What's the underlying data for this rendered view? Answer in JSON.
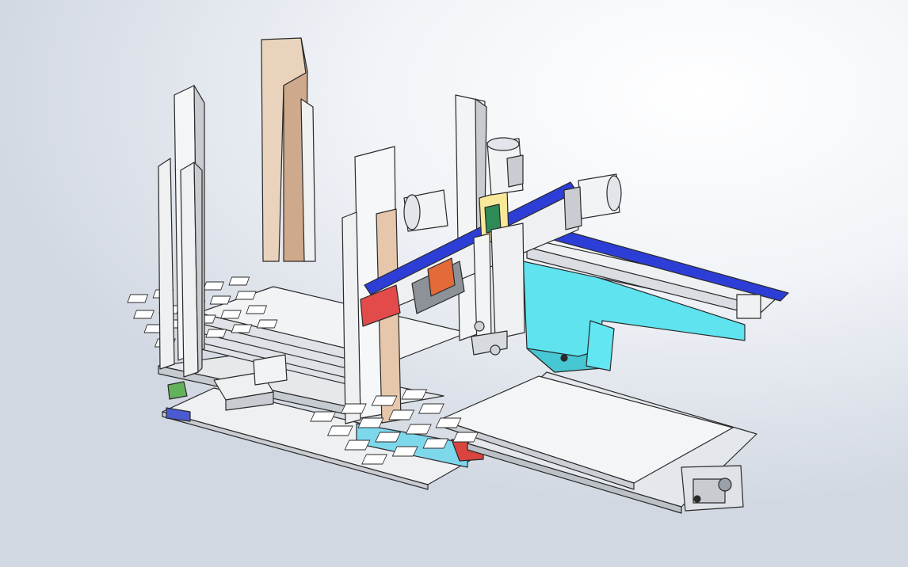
{
  "scene": {
    "view": "isometric",
    "background_top_color": "#ffffff",
    "background_bottom_color": "#d6dce5",
    "model": {
      "components": [
        "base-plate",
        "tray-stack-frame",
        "stacked-trays",
        "corner-guide-posts",
        "gantry-x-axis",
        "gantry-y-axis",
        "z-axis-carriage",
        "servo-motors",
        "support-bracket",
        "output-tray",
        "output-rail"
      ],
      "colors": {
        "gantry_rail": "#2d3ed6",
        "support_bracket": "#5ee3ef",
        "base_accent": "#7ed8ec",
        "carriage_block": "#e34a4a",
        "post_tan": "#d8bfa8",
        "frame_gray": "#e9ebee",
        "line": "#2a2a2a"
      }
    }
  }
}
